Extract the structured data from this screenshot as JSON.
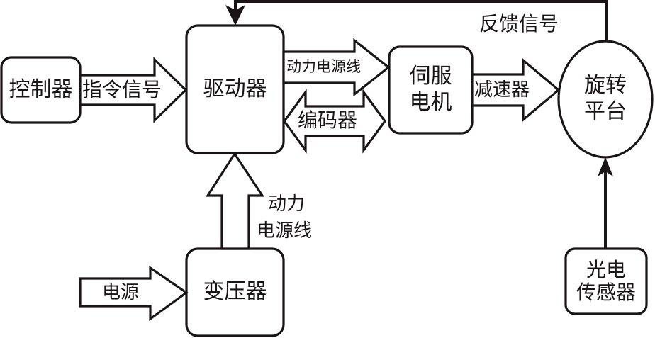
{
  "diagram": {
    "title": "",
    "colors": {
      "stroke": "#1a1416",
      "fill": "#ffffff",
      "text": "#1a1416"
    },
    "nodes": {
      "controller": {
        "label": "控制器"
      },
      "driver": {
        "label": "驱动器"
      },
      "servo_motor": {
        "line1": "伺服",
        "line2": "电机"
      },
      "rotary_platform": {
        "line1": "旋转",
        "line2": "平台"
      },
      "transformer": {
        "label": "变压器"
      },
      "photo_sensor": {
        "line1": "光电",
        "line2": "传感器"
      }
    },
    "edges": {
      "command_signal": {
        "label": "指令信号",
        "from": "controller",
        "to": "driver"
      },
      "power_line_to_motor": {
        "label": "动力电源线",
        "from": "driver",
        "to": "servo_motor"
      },
      "encoder": {
        "label": "编码器",
        "from": "servo_motor",
        "to": "driver",
        "bidirectional": true
      },
      "reducer": {
        "label": "减速器",
        "from": "servo_motor",
        "to": "rotary_platform"
      },
      "feedback_signal": {
        "label": "反馈信号",
        "from": "rotary_platform",
        "to": "driver"
      },
      "power_line_to_driver": {
        "line1": "动力",
        "line2": "电源线",
        "from": "transformer",
        "to": "driver"
      },
      "mains_power": {
        "label": "电源",
        "to": "transformer"
      },
      "sensor_signal": {
        "from": "photo_sensor",
        "to": "rotary_platform"
      }
    }
  }
}
